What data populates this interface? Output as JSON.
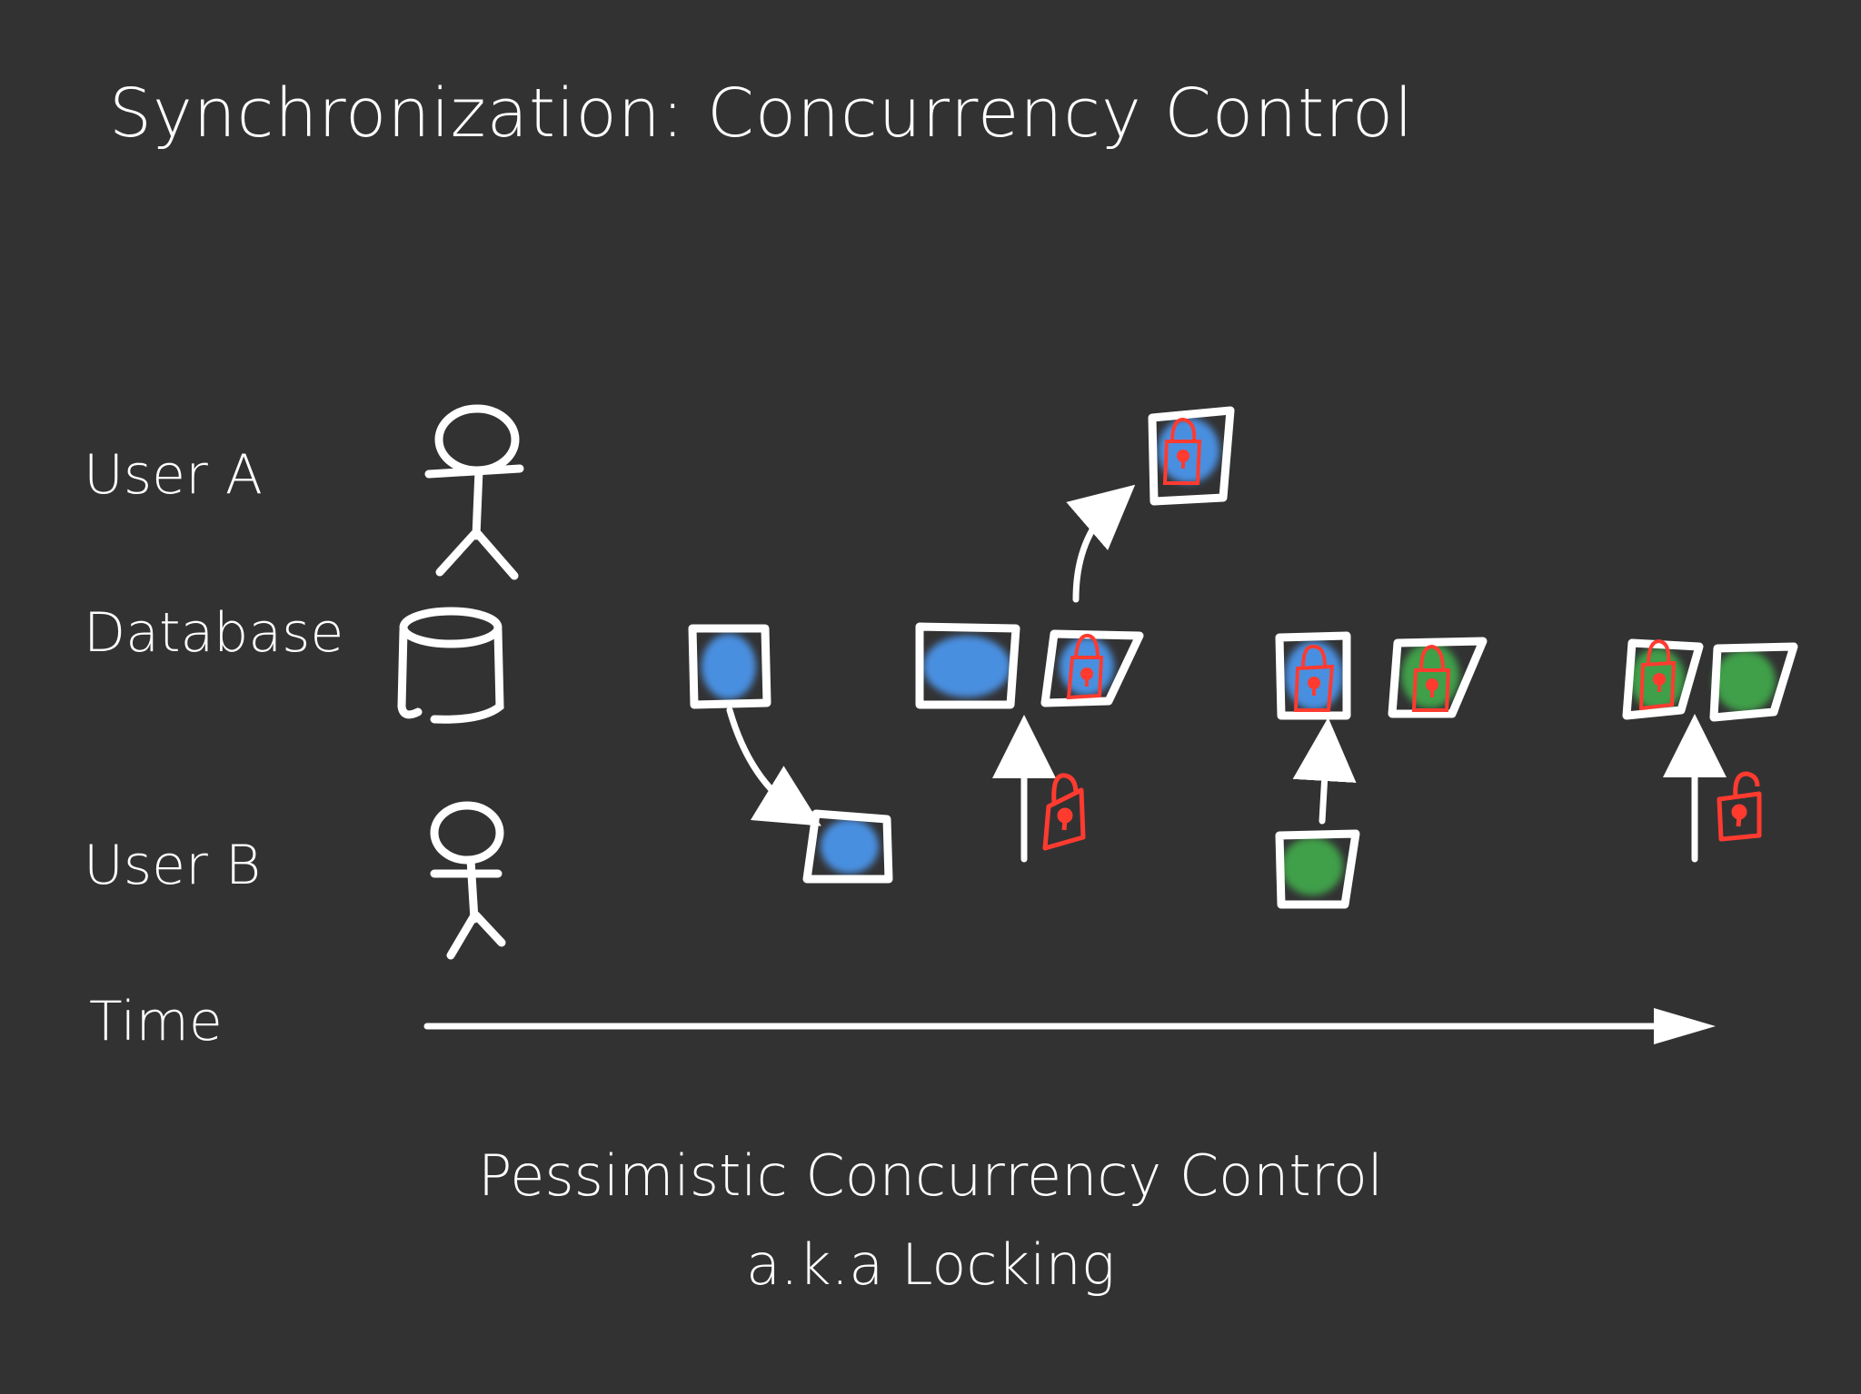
{
  "slide": {
    "title": "Synchronization: Concurrency Control",
    "rows": {
      "user_a": "User A",
      "database": "Database",
      "user_b": "User B",
      "time": "Time"
    },
    "caption": {
      "line1": "Pessimistic Concurrency Control",
      "line2": "a.k.a Locking"
    }
  },
  "colors": {
    "background": "#323233",
    "stroke": "#ffffff",
    "record_blue": "#4a8fe0",
    "record_green": "#3f9f4a",
    "lock_red": "#ff3b30"
  },
  "icons": [
    "stick-figure-icon",
    "database-cylinder-icon",
    "record-icon",
    "padlock-icon",
    "open-padlock-icon",
    "arrow-icon"
  ]
}
